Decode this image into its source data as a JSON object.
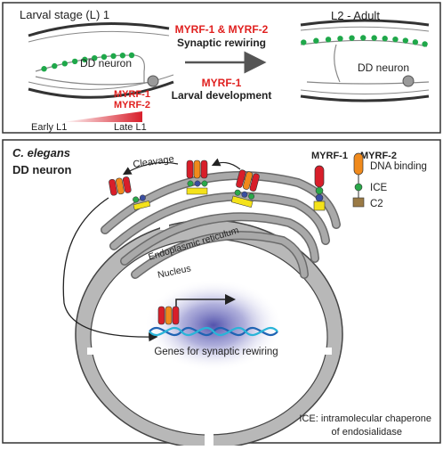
{
  "top_panel": {
    "left_title": "Larval stage (L) 1",
    "right_title": "L2 - Adult",
    "center_line1": "MYRF-1 & MYRF-2",
    "center_line2": "Synaptic rewiring",
    "center_line3": "MYRF-1",
    "center_line4": "Larval development",
    "dd_neuron_left": "DD neuron",
    "dd_neuron_right": "DD neuron",
    "gradient_label1": "MYRF-1",
    "gradient_label2": "MYRF-2",
    "early_label": "Early L1",
    "late_label": "Late L1"
  },
  "bottom_panel": {
    "organism": "C. elegans",
    "cell_type": "DD neuron",
    "cleavage": "Cleavage",
    "er_label": "Endoplasmic reticulum",
    "nucleus_label": "Nucleus",
    "genes_label": "Genes for synaptic rewiring",
    "ice_note_line1": "ICE: intramolecular chaperone",
    "ice_note_line2": "of endosialidase"
  },
  "legend": {
    "myrf1": "MYRF-1",
    "myrf2": "MYRF-2",
    "dna_binding": "DNA binding",
    "ice": "ICE",
    "c2": "C2"
  },
  "colors": {
    "myrf1_red": "#d81e2a",
    "myrf2_orange": "#f08a1c",
    "dna_binding_blue": "#3a4ea0",
    "ice_green": "#2aa84a",
    "c2_yellow": "#f4e21a",
    "c2_brown": "#9a7a45",
    "synapse_green": "#1fa84a",
    "text_red": "#e0201f",
    "panel_border": "#333333"
  }
}
